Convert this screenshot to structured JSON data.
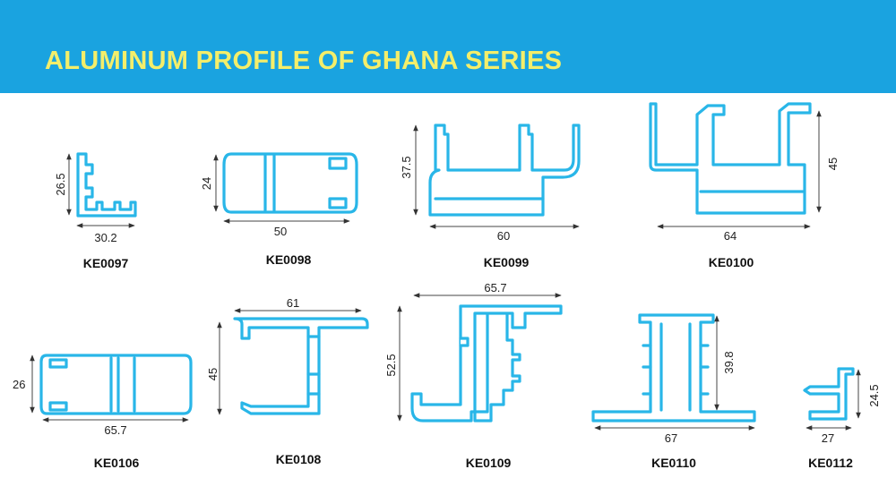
{
  "header": {
    "title": "ALUMINUM PROFILE OF GHANA SERIES",
    "banner_color": "#1aa3e0",
    "title_color": "#f4ee6a"
  },
  "profile_color": "#29b6e8",
  "profiles": [
    {
      "code": "KE0097",
      "width": "30.2",
      "height": "26.5"
    },
    {
      "code": "KE0098",
      "width": "50",
      "height": "24"
    },
    {
      "code": "KE0099",
      "width": "60",
      "height": "37.5"
    },
    {
      "code": "KE0100",
      "width": "64",
      "height": "45"
    },
    {
      "code": "KE0106",
      "width": "65.7",
      "height": "26"
    },
    {
      "code": "KE0108",
      "width": "61",
      "height": "45"
    },
    {
      "code": "KE0109",
      "width": "65.7",
      "height": "52.5"
    },
    {
      "code": "KE0110",
      "width": "67",
      "height": "39.8"
    },
    {
      "code": "KE0112",
      "width": "27",
      "height": "24.5"
    }
  ]
}
